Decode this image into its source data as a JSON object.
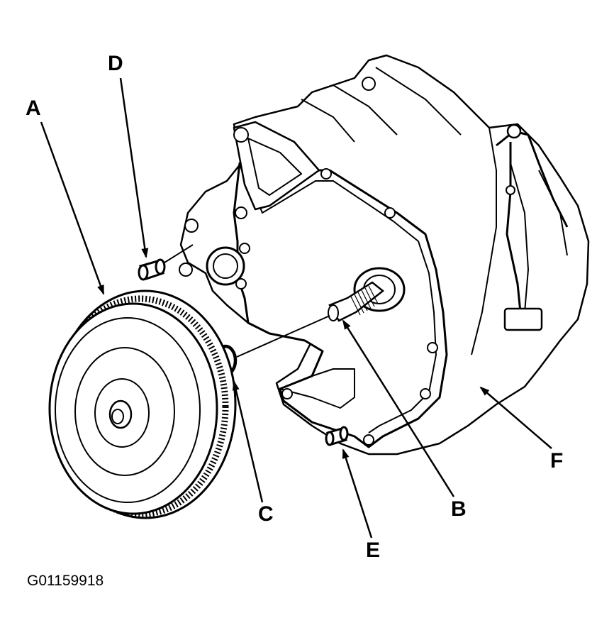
{
  "labels": {
    "a": "A",
    "b": "B",
    "c": "C",
    "d": "D",
    "e": "E",
    "f": "F"
  },
  "figure_id": "G01159918"
}
